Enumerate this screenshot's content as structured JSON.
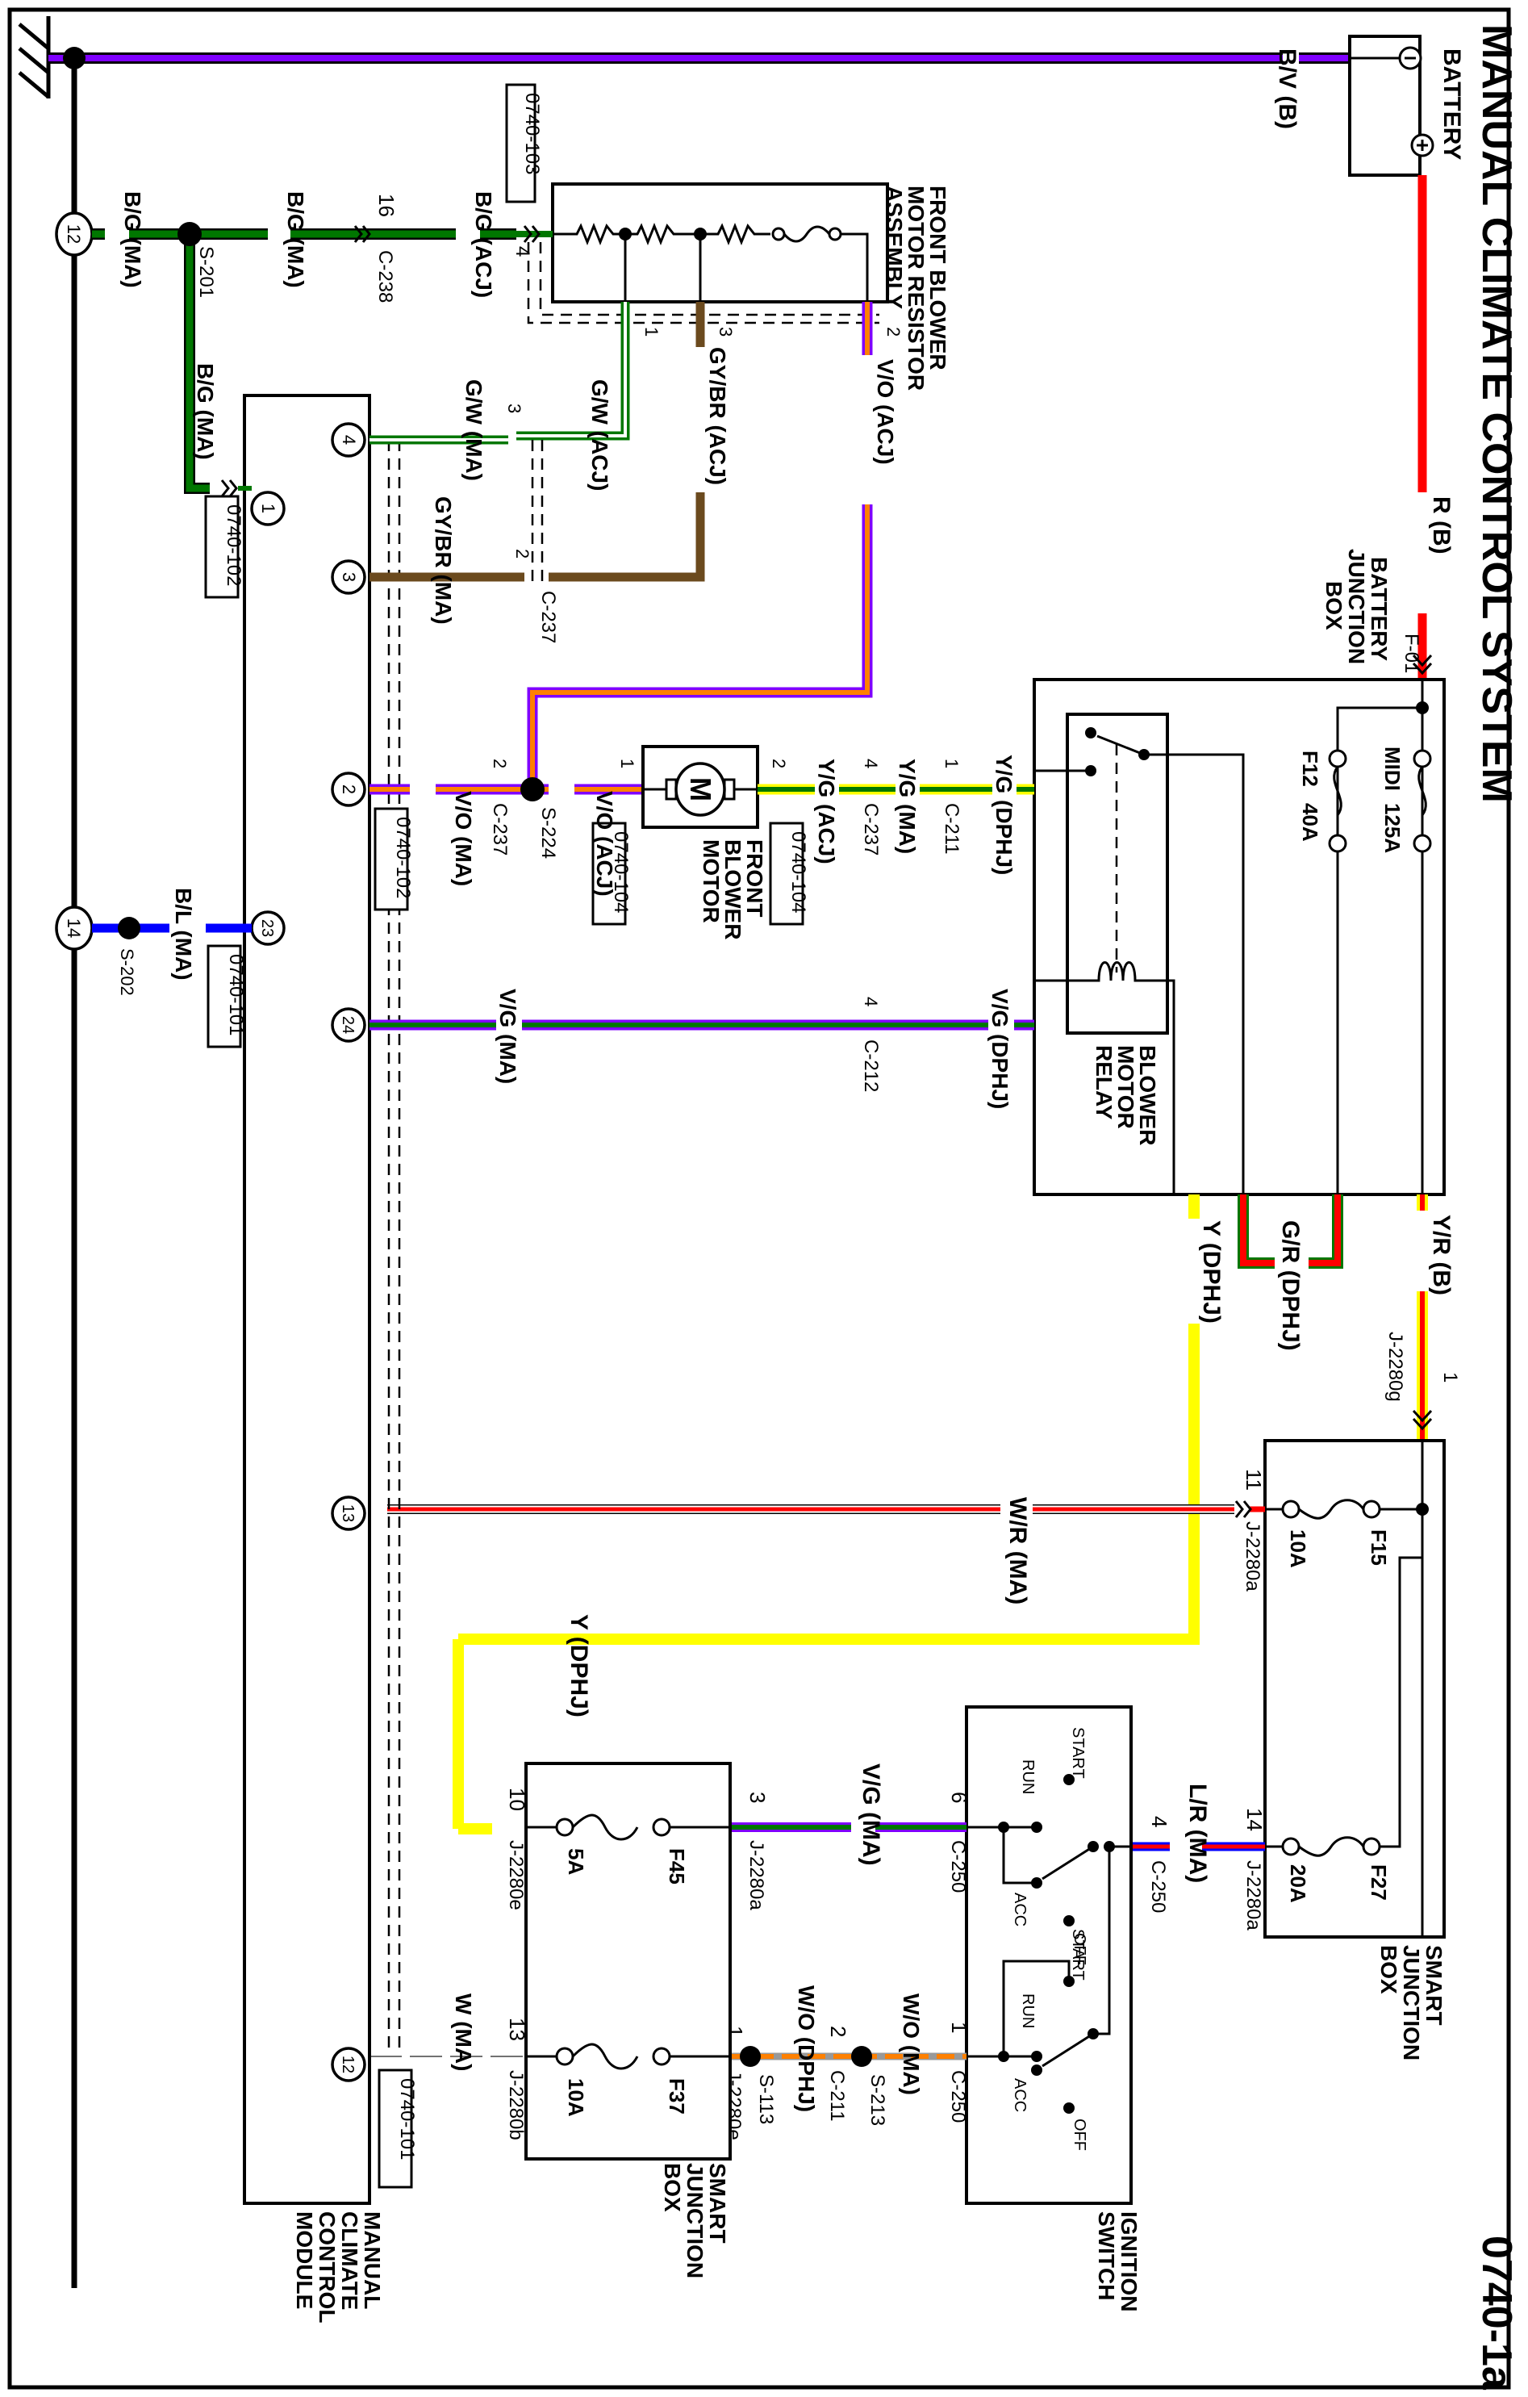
{
  "title": "MANUAL CLIMATE CONTROL SYSTEM",
  "page_id": "0740-1a",
  "colors": {
    "black": "#000000",
    "violet": "#7f00ff",
    "red": "#ff0000",
    "green": "#007700",
    "orange": "#ff8000",
    "yellow": "#ffff00",
    "brown": "#6b4a1e",
    "blue": "#0000ff",
    "white_wire": "#ffffff"
  },
  "components": {
    "battery": {
      "label": "BATTERY",
      "neg": "⊖",
      "pos": "⊕"
    },
    "battery_junction_box": {
      "label_lines": [
        "BATTERY",
        "JUNCTION",
        "BOX"
      ],
      "connector": "F-01",
      "fuses": [
        {
          "id": "MIDI",
          "rating": "125A"
        },
        {
          "id": "F12",
          "rating": "40A"
        }
      ]
    },
    "blower_motor_relay": {
      "label_lines": [
        "BLOWER",
        "MOTOR",
        "RELAY"
      ]
    },
    "resistor_assembly": {
      "label_lines": [
        "FRONT BLOWER",
        "MOTOR RESISTOR",
        "ASSEMBLY"
      ],
      "ref": "0740-103"
    },
    "front_blower_motor": {
      "label_lines": [
        "FRONT",
        "BLOWER",
        "MOTOR"
      ],
      "symbol": "M",
      "refs": [
        "0740-104",
        "0740-104"
      ]
    },
    "smart_jb_right": {
      "label_lines": [
        "SMART",
        "JUNCTION",
        "BOX"
      ],
      "fuses": [
        {
          "id": "F15",
          "rating": "10A"
        },
        {
          "id": "F27",
          "rating": "20A"
        }
      ]
    },
    "smart_jb_left": {
      "label_lines": [
        "SMART",
        "JUNCTION",
        "BOX"
      ],
      "fuses": [
        {
          "id": "F45",
          "rating": "5A"
        },
        {
          "id": "F37",
          "rating": "10A"
        }
      ]
    },
    "ignition_switch": {
      "label_lines": [
        "IGNITION",
        "SWITCH"
      ],
      "positions": [
        "START",
        "RUN",
        "ACC",
        "OFF"
      ]
    },
    "module": {
      "label_lines": [
        "MANUAL",
        "CLIMATE",
        "CONTROL",
        "MODULE"
      ],
      "pins": [
        "4",
        "3",
        "2",
        "24",
        "13",
        "12",
        "1",
        "23"
      ],
      "refs": [
        "0740-102",
        "0740-102",
        "0740-101",
        "0740-101"
      ]
    },
    "ground_pins": [
      "12",
      "14"
    ]
  },
  "wires": {
    "bv_b": "B/V (B)",
    "r_b": "R (B)",
    "yr_b": "Y/R (B)",
    "gr_dphj": "G/R (DPHJ)",
    "y_dphj": "Y (DPHJ)",
    "y_dphj_2": "Y (DPHJ)",
    "bg_ma_1": "B/G (MA)",
    "bg_ma_2": "B/G (MA)",
    "bg_ma_3": "B/G (MA)",
    "bg_acj": "B/G (ACJ)",
    "gw_acj": "G/W (ACJ)",
    "gw_ma": "G/W (MA)",
    "gybr_acj": "GY/BR (ACJ)",
    "gybr_ma": "GY/BR (MA)",
    "vo_acj_1": "V/O (ACJ)",
    "vo_acj_2": "V/O (ACJ)",
    "vo_ma": "V/O (MA)",
    "yg_acj": "Y/G (ACJ)",
    "yg_ma": "Y/G (MA)",
    "yg_dphj": "Y/G (DPHJ)",
    "vg_ma_1": "V/G (MA)",
    "vg_dphj": "V/G (DPHJ)",
    "bl_ma": "B/L (MA)",
    "wr_ma": "W/R (MA)",
    "lr_ma": "L/R (MA)",
    "vg_ma_2": "V/G (MA)",
    "wo_ma": "W/O (MA)",
    "wo_dphj": "W/O (DPHJ)",
    "w_ma": "W (MA)"
  },
  "connectors": {
    "c238": "C-238",
    "c238_pin": "16",
    "res_pin4": "4",
    "res_pin1": "1",
    "res_pin3": "3",
    "res_pin2": "2",
    "c237": "C-237",
    "c237_pin3": "3",
    "c237_pin2a": "2",
    "c237b": "C-237",
    "c237b_pin": "2",
    "c237c": "C-237",
    "c237c_pin": "4",
    "motor_pin1": "1",
    "motor_pin2": "2",
    "c211": "C-211",
    "c211_pin": "1",
    "c212": "C-212",
    "c212_pin": "4",
    "j2280g": "J-2280g",
    "j2280g_pin": "1",
    "j2280a_11": "J-2280a",
    "j2280a_11_pin": "11",
    "j2280a_14": "J-2280a",
    "j2280a_14_pin": "14",
    "c250_4": "C-250",
    "c250_4_pin": "4",
    "c250_6": "C-250",
    "c250_6_pin": "6",
    "c250_1": "C-250",
    "c250_1_pin": "1",
    "j2280a_3": "J-2280a",
    "j2280a_3_pin": "3",
    "j2280e_10": "J-2280e",
    "j2280e_10_pin": "10",
    "j2280e_1": "J-2280e",
    "j2280e_1_pin": "1",
    "j2280b": "J-2280b",
    "j2280b_pin": "13",
    "c211b": "C-211",
    "c211b_pin": "2"
  },
  "splices": {
    "s201": "S-201",
    "s202": "S-202",
    "s224": "S-224",
    "s213": "S-213",
    "s113": "S-113"
  }
}
